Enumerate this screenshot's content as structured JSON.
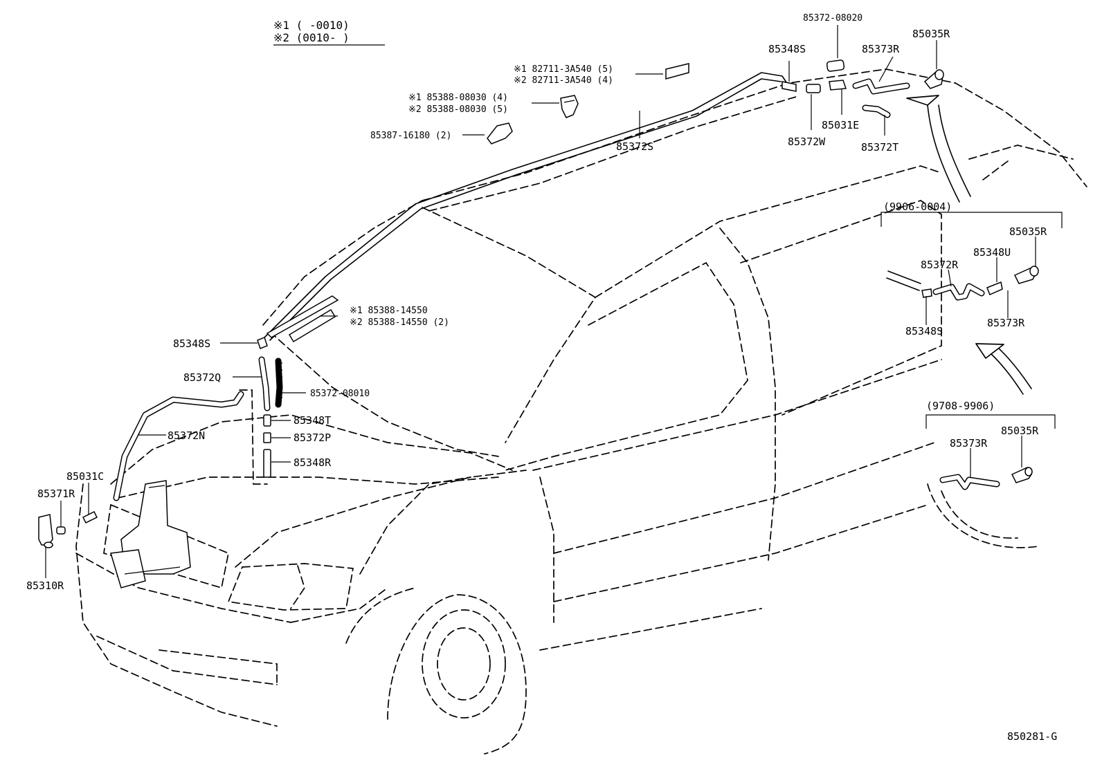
{
  "legend": {
    "line1": "※1 (     -0010)",
    "line2": "※2 (0010-     )"
  },
  "labels": {
    "p85372_08020": "85372-08020",
    "p85348S_top": "85348S",
    "p85373R_top": "85373R",
    "p85035R_top": "85035R",
    "p82711_a": "※1  82711-3A540 (5)",
    "p82711_b": "※2  82711-3A540 (4)",
    "p85388_08030_a": "※1  85388-08030 (4)",
    "p85388_08030_b": "※2  85388-08030 (5)",
    "p85387": "85387-16180 (2)",
    "p85372S": "85372S",
    "p85372W": "85372W",
    "p85031E": "85031E",
    "p85372T": "85372T",
    "p85388_14550_a": "※1  85388-14550",
    "p85388_14550_b": "※2  85388-14550 (2)",
    "p85348S_left": "85348S",
    "p85372Q": "85372Q",
    "p85372_08010": "85372-08010",
    "p85348T": "85348T",
    "p85372P": "85372P",
    "p85348R": "85348R",
    "p85372N": "85372N",
    "p85031C": "85031C",
    "p85371R": "85371R",
    "p85310R": "85310R"
  },
  "inset_a": {
    "range": "(9906-0004)",
    "p85035R": "85035R",
    "p85348U": "85348U",
    "p85372R": "85372R",
    "p85348S": "85348S",
    "p85373R": "85373R"
  },
  "inset_b": {
    "range": "(9708-9906)",
    "p85373R": "85373R",
    "p85035R": "85035R"
  },
  "figure_id": "850281-G"
}
